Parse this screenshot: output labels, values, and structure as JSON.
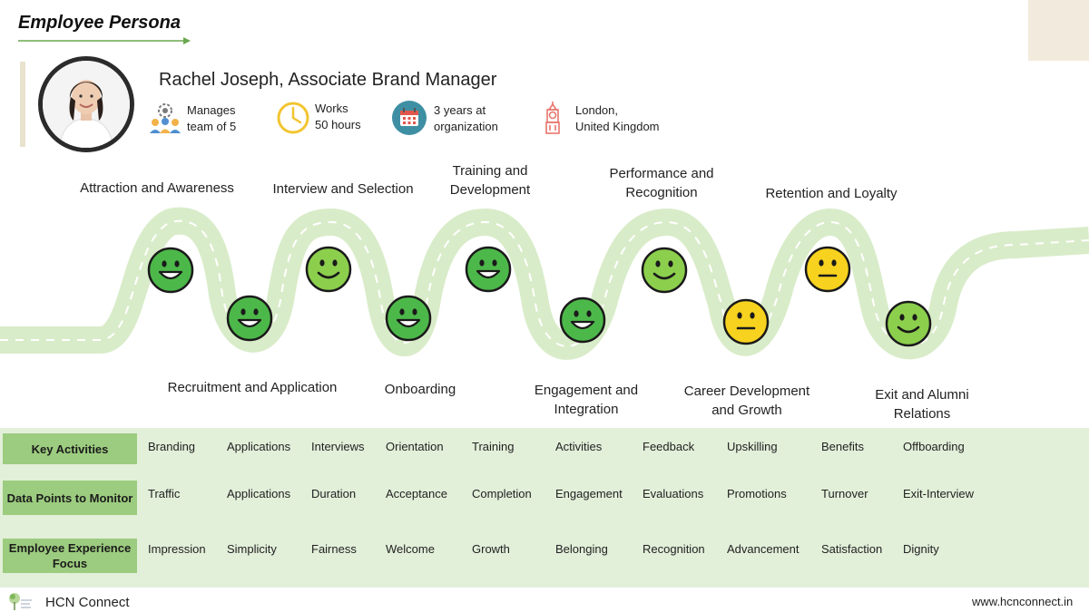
{
  "title": "Employee Persona",
  "persona": {
    "name": "Rachel Joseph, Associate Brand Manager",
    "facts": [
      {
        "icon": "team-icon",
        "line1": "Manages",
        "line2": "team of 5"
      },
      {
        "icon": "clock-icon",
        "line1": "Works",
        "line2": "50 hours"
      },
      {
        "icon": "calendar-icon",
        "line1": "3 years at",
        "line2": "organization"
      },
      {
        "icon": "big-ben-icon",
        "line1": "London,",
        "line2": "United Kingdom"
      }
    ]
  },
  "stages": [
    {
      "label": "Attraction and Awareness",
      "sentiment": "happy",
      "color": "#4db84a"
    },
    {
      "label": "Recruitment and Application",
      "sentiment": "happy",
      "color": "#4db84a"
    },
    {
      "label": "Interview and Selection",
      "sentiment": "smile",
      "color": "#8ccf4d"
    },
    {
      "label": "Onboarding",
      "sentiment": "happy",
      "color": "#4db84a"
    },
    {
      "label": "Training and Development",
      "sentiment": "happy",
      "color": "#4db84a"
    },
    {
      "label": "Engagement and Integration",
      "sentiment": "happy",
      "color": "#4db84a"
    },
    {
      "label": "Performance and Recognition",
      "sentiment": "smile",
      "color": "#8ccf4d"
    },
    {
      "label": "Career Development and Growth",
      "sentiment": "neutral",
      "color": "#f7d21e"
    },
    {
      "label": "Retention and Loyalty",
      "sentiment": "neutral",
      "color": "#f7d21e"
    },
    {
      "label": "Exit and Alumni Relations",
      "sentiment": "smile",
      "color": "#8ccf4d"
    }
  ],
  "table": {
    "rows": [
      {
        "header": "Key Activities",
        "cells": [
          "Branding",
          "Applications",
          "Interviews",
          "Orientation",
          "Training",
          "Activities",
          "Feedback",
          "Upskilling",
          "Benefits",
          "Offboarding"
        ]
      },
      {
        "header": "Data Points to Monitor",
        "cells": [
          "Traffic",
          "Applications",
          "Duration",
          "Acceptance",
          "Completion",
          "Engagement",
          "Evaluations",
          "Promotions",
          "Turnover",
          "Exit-Interview"
        ]
      },
      {
        "header": "Employee Experience Focus",
        "cells": [
          "Impression",
          "Simplicity",
          "Fairness",
          "Welcome",
          "Growth",
          "Belonging",
          "Recognition",
          "Advancement",
          "Satisfaction",
          "Dignity"
        ]
      }
    ]
  },
  "colors": {
    "road": "#d9ecc9",
    "road_dash": "#ffffff",
    "table_bg": "#e2efd9",
    "row_header": "#9ccc7f",
    "accent_arrow": "#6aa84f"
  },
  "footer": {
    "brand": "HCN Connect",
    "url": "www.hcnconnect.in"
  }
}
